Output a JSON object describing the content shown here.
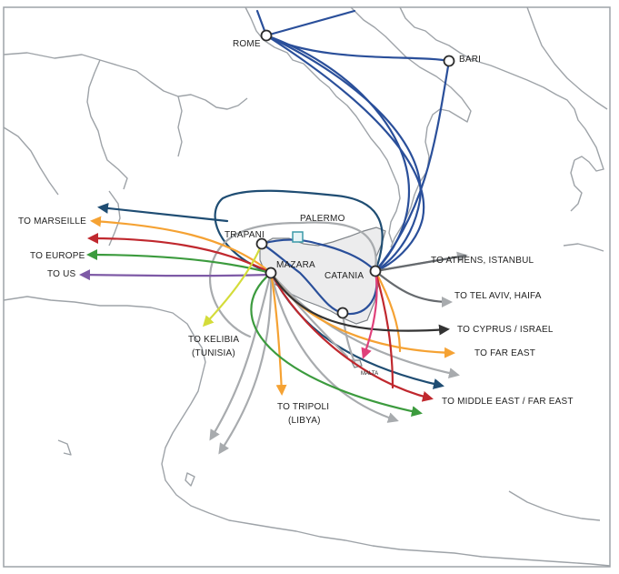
{
  "colors": {
    "blue": "#2a4f9a",
    "navy": "#1f4d73",
    "orange": "#f5a233",
    "red": "#c0282e",
    "green": "#3c9b3e",
    "purple": "#7e5aa6",
    "yellow": "#d4dc3a",
    "gray": "#a8abae",
    "dark": "#333333",
    "pink": "#e0407a"
  },
  "cities": {
    "rome": "ROME",
    "bari": "BARI",
    "palermo": "PALERMO",
    "trapani": "TRAPANI",
    "mazara": "MAZARA",
    "catania": "CATANIA",
    "malta": "MALTA"
  },
  "destinations": {
    "marseille": "TO MARSEILLE",
    "europe": "TO EUROPE",
    "us": "TO US",
    "kelibia_1": "TO KELIBIA",
    "kelibia_2": "(TUNISIA)",
    "tripoli_1": "TO TRIPOLI",
    "tripoli_2": "(LIBYA)",
    "athens": "TO ATHENS, ISTANBUL",
    "telaviv": "TO TEL AVIV, HAIFA",
    "cyprus": "TO CYPRUS / ISRAEL",
    "fareast": "TO FAR EAST",
    "middleeast": "TO MIDDLE EAST / FAR EAST"
  }
}
